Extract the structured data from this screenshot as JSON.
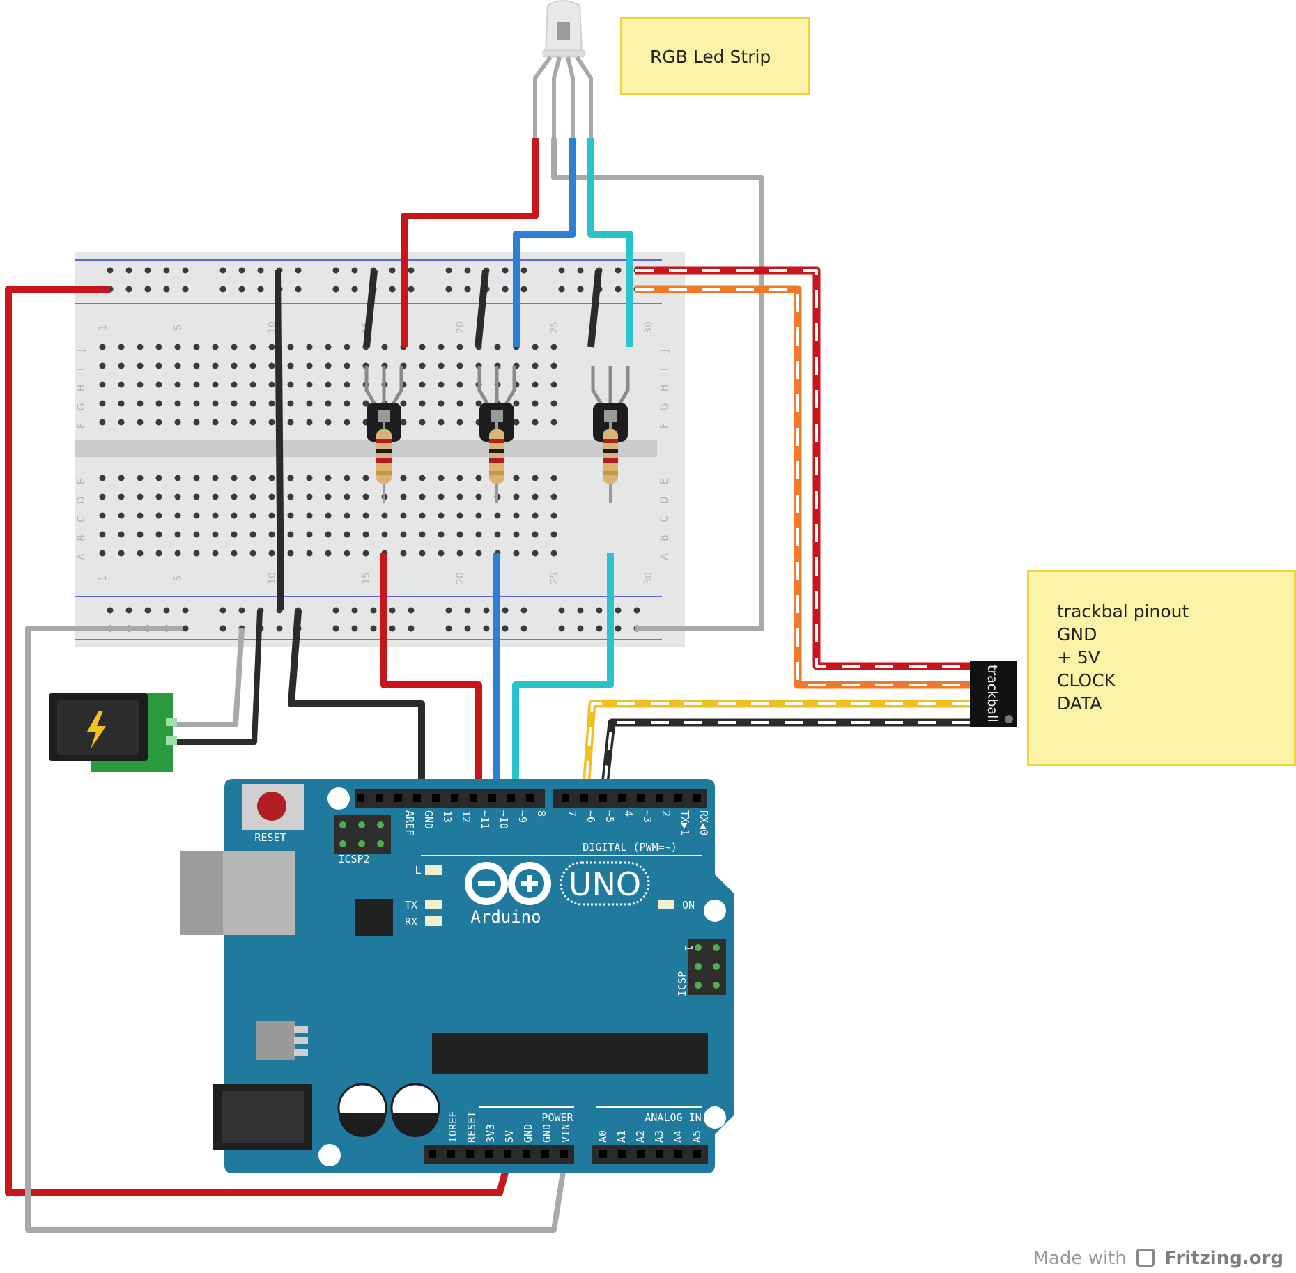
{
  "notes": {
    "led_strip": {
      "text": "RGB Led Strip"
    },
    "trackball": {
      "lines": [
        "trackbal pinout",
        "",
        "GND",
        "+ 5V",
        "CLOCK",
        "DATA"
      ]
    }
  },
  "trackball_label": "trackball",
  "arduino": {
    "reset_label": "RESET",
    "icsp2_label": "ICSP2",
    "icsp_label": "ICSP",
    "icsp_pin1": "1",
    "logo_uno": "UNO",
    "logo_brand": "Arduino",
    "digital_header": "DIGITAL (PWM=~)",
    "digital_pins": [
      "AREF",
      "GND",
      "13",
      "12",
      "~11",
      "~10",
      "~9",
      "8",
      "7",
      "~6",
      "~5",
      "4",
      "~3",
      "2",
      "TX▶1",
      "RX◀0"
    ],
    "power_header": "POWER",
    "power_pins": [
      "IOREF",
      "RESET",
      "3V3",
      "5V",
      "GND",
      "GND",
      "VIN"
    ],
    "analog_header": "ANALOG IN",
    "analog_pins": [
      "A0",
      "A1",
      "A2",
      "A3",
      "A4",
      "A5"
    ],
    "led_l": "L",
    "led_tx": "TX",
    "led_rx": "RX",
    "led_on": "ON"
  },
  "breadboard": {
    "row_letters_top": [
      "J",
      "I",
      "H",
      "G",
      "F"
    ],
    "row_letters_bottom": [
      "E",
      "D",
      "C",
      "B",
      "A"
    ],
    "column_numbers": [
      "1",
      "5",
      "10",
      "15",
      "20",
      "25",
      "30"
    ]
  },
  "footer": {
    "prefix": "Made with",
    "brand": "Fritzing.org"
  },
  "colors": {
    "wire_red": "#c8161d",
    "wire_black": "#2b2b2b",
    "wire_blue": "#2b7fd6",
    "wire_cyan": "#29c3c9",
    "wire_gray": "#a9a9a9",
    "wire_orange": "#f07a2a",
    "wire_yellow": "#f0c020",
    "arduino_board": "#1f7a9e",
    "note_fill": "#fbf3a5"
  }
}
